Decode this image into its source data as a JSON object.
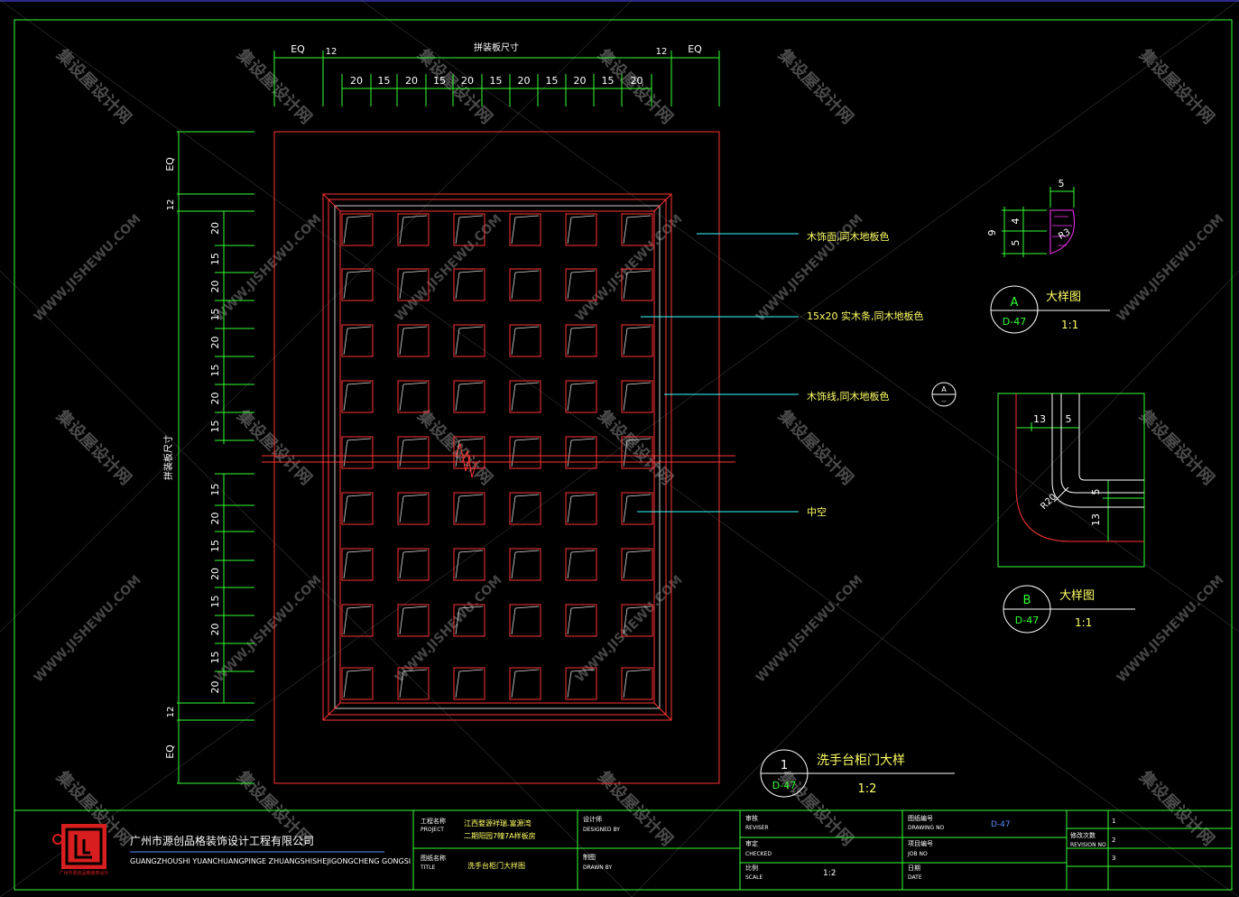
{
  "drawing": {
    "top_widths": [
      "EQ",
      "12",
      "拼装板尺寸",
      "12",
      "EQ"
    ],
    "top_pitch": [
      "20",
      "15",
      "20",
      "15",
      "20",
      "15",
      "20",
      "15",
      "20",
      "15",
      "20"
    ],
    "left_widths": [
      "EQ",
      "12",
      "拼装板尺寸",
      "12",
      "EQ"
    ],
    "left_pitch_upper": [
      "20",
      "15",
      "20",
      "15",
      "20",
      "15",
      "20",
      "15"
    ],
    "left_pitch_lower": [
      "15",
      "20",
      "15",
      "20",
      "15",
      "20",
      "15",
      "20"
    ]
  },
  "callouts": {
    "wood_face": "木饰面,同木地板色",
    "solid_wood_strip": "15x20 实木条,同木地板色",
    "wood_trim": "木饰线,同木地板色",
    "hollow": "中空"
  },
  "details": {
    "a": {
      "letter": "A",
      "sheet": "D-47",
      "title": "大样图",
      "scale": "1:1",
      "dim_width": "5",
      "dim_height": "9",
      "dim_upper": "4",
      "dim_lower": "5",
      "radius": "R3"
    },
    "b": {
      "letter": "B",
      "sheet": "D-47",
      "title": "大样图",
      "scale": "1:1",
      "dim_13_top": "13",
      "dim_5_top": "5",
      "dim_5_side": "5",
      "dim_13_side": "13",
      "radius": "R20"
    },
    "marker": {
      "letter": "A",
      "sheet": "--"
    },
    "main": {
      "number": "1",
      "sheet": "D-47",
      "title": "洗手台柜门大样",
      "scale": "1:2"
    }
  },
  "title_block": {
    "company_cn": "广州市源创品格装饰设计工程有限公司",
    "company_pinyin": "GUANGZHOUSHI YUANCHUANGPINGE ZHUANGSHISHEJIGONGCHENG  GONGSI",
    "logo_sub": "广州市源创品格装饰设计",
    "project_label_cn": "工程名称",
    "project_label_en": "PROJECT",
    "project_value_1": "江西婺源祥瑞.富源湾",
    "project_value_2": "二期阳园7幢7A样板房",
    "title_label_cn": "图纸名称",
    "title_label_en": "TITLE",
    "title_value": "洗手台柜门大样图",
    "design_label_cn": "设计师",
    "design_label_en": "DESIGNED BY",
    "drawn_label_cn": "制图",
    "drawn_label_en": "DRAWN BY",
    "review_label_cn": "审核",
    "review_label_en": "REVISER",
    "check_label_cn": "审定",
    "check_label_en": "CHECKED",
    "scale_label_cn": "比例",
    "scale_label_en": "SCALE",
    "scale_value": "1:2",
    "drawing_no_label_cn": "图纸编号",
    "drawing_no_label_en": "DRAWING NO",
    "drawing_no_value": "D-47",
    "job_no_label_cn": "项目编号",
    "job_no_label_en": "JOB NO",
    "date_label_cn": "日期",
    "date_label_en": "DATE",
    "revision_label_cn": "修改次数",
    "revision_label_en": "REVISION NO",
    "revisions": [
      "1",
      "2",
      "3"
    ]
  },
  "watermark": {
    "cn": "集设屋设计网",
    "en": "WWW.JISHEWU.COM"
  },
  "colors": {
    "background": "#000000",
    "frame": "#33ff33",
    "panel": "#ff3333",
    "dimension": "#33ff33",
    "leader": "#33ffff",
    "label": "#ffff66",
    "detail_profile": "#ff33ff",
    "logo": "#d81e1e"
  }
}
